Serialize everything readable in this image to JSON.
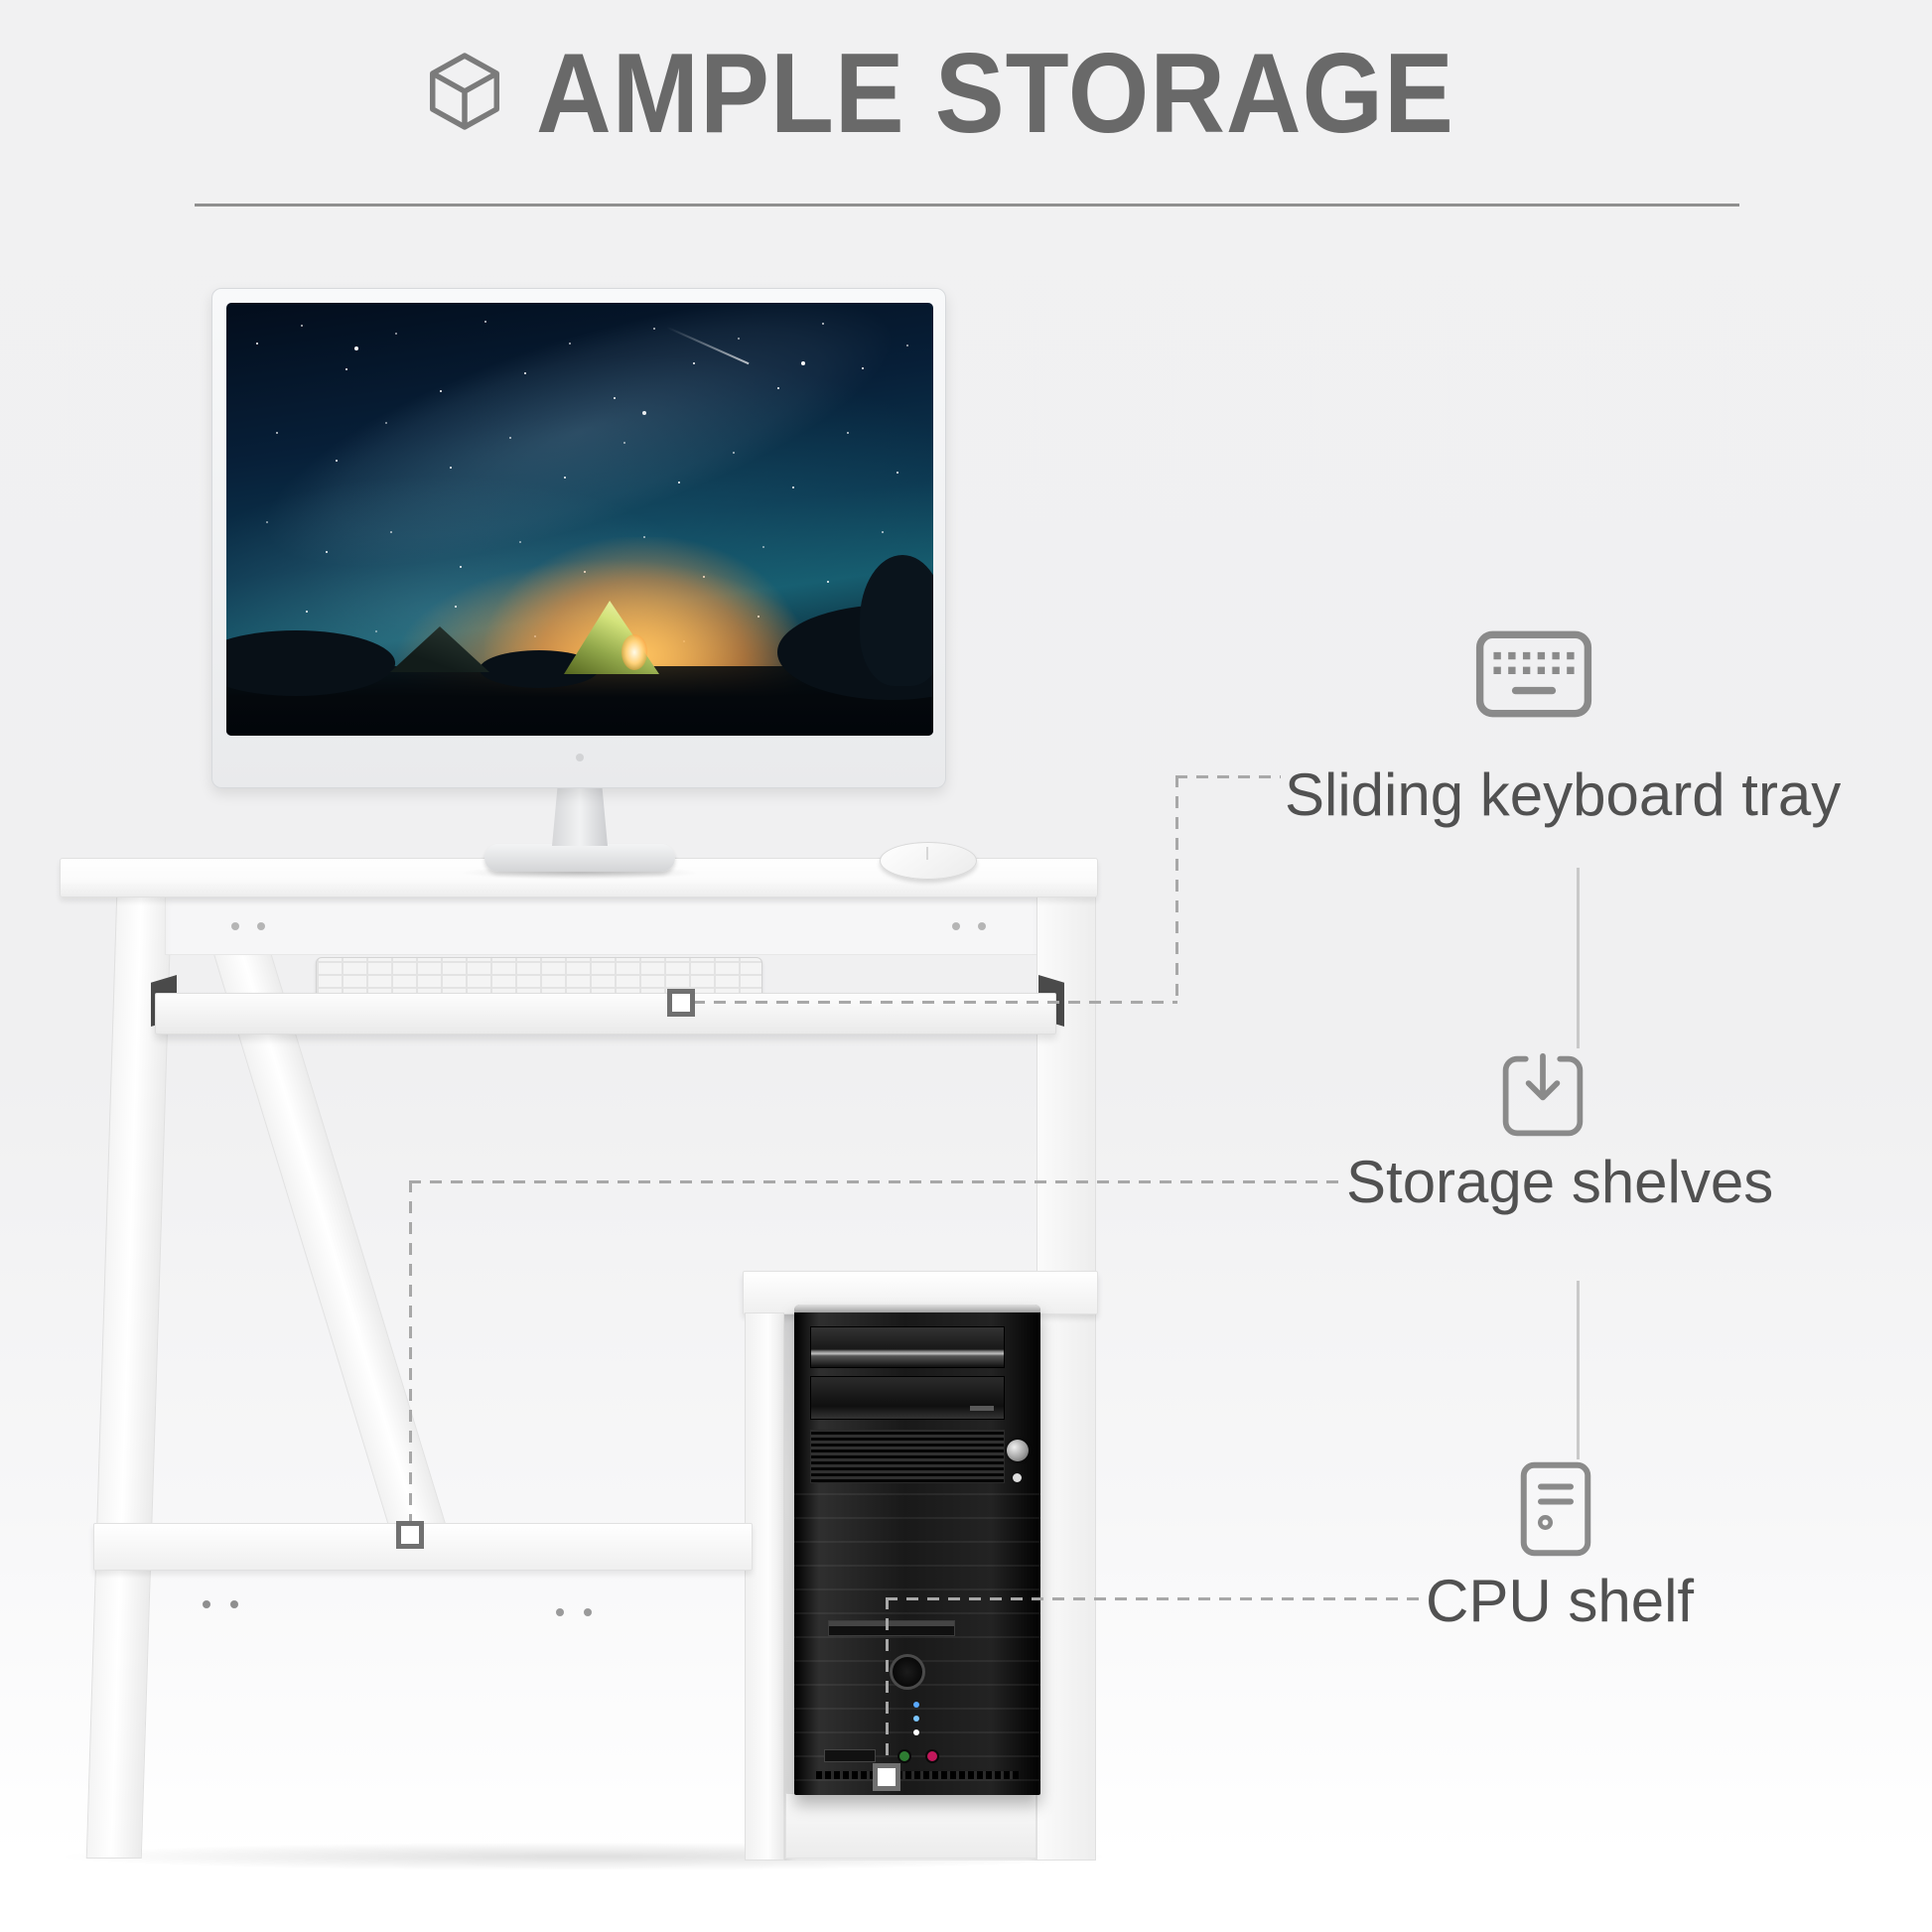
{
  "header": {
    "icon": "cube-icon",
    "title": "AMPLE STORAGE"
  },
  "annotations": [
    {
      "icon": "keyboard-icon",
      "label": "Sliding keyboard tray",
      "target": "sliding-keyboard-tray"
    },
    {
      "icon": "storage-download-icon",
      "label": "Storage shelves",
      "target": "bottom-storage-shelf"
    },
    {
      "icon": "cpu-tower-icon",
      "label": "CPU shelf",
      "target": "cpu-tower"
    }
  ],
  "colors": {
    "title_text": "#696969",
    "annotation_text": "#515151",
    "icon_stroke": "#8a8a8a",
    "leader_line": "#a8a8a8",
    "divider": "#c9c9c9",
    "background_top": "#f1f1f2",
    "background_bottom": "#ffffff",
    "desk": "#ffffff",
    "cpu_tower": "#141414"
  }
}
